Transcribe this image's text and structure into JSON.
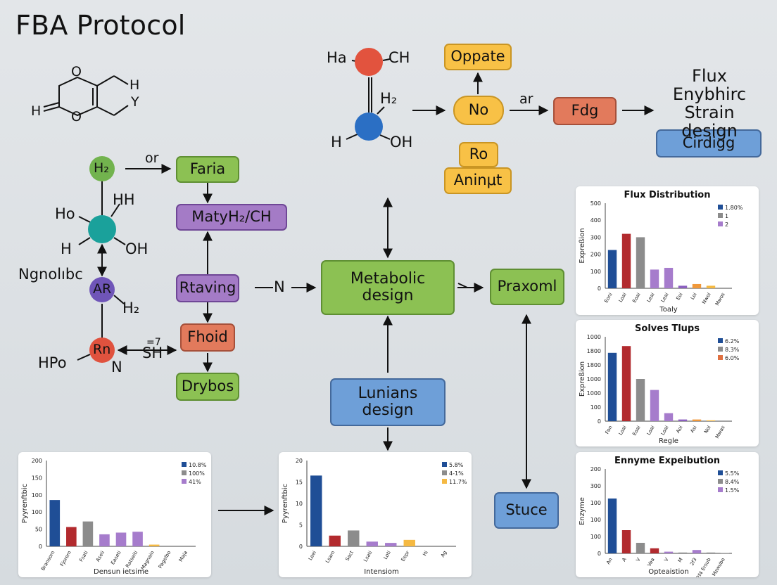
{
  "title": "FBA Protocol",
  "colors": {
    "green": "#8cc153",
    "purple": "#a47bc6",
    "salmon": "#e27a5c",
    "blue": "#6e9fd8",
    "yellow": "#f8c146"
  },
  "molecule_top_left": {
    "o_top": "O",
    "o_bottom": "O",
    "h_right": "H",
    "h_left": "H",
    "y": "Y"
  },
  "molecule_top_center": {
    "ha": "Ha",
    "ch": "CH",
    "h2": "H₂",
    "h": "H",
    "oh": "OH"
  },
  "molecule_left": {
    "h2_atom": "H₂",
    "hh": "HH",
    "ho": "Ho",
    "h": "H",
    "oh": "OH",
    "ngnolibc": "Ngnolıbc",
    "ar_atom": "AR",
    "h2": "H₂",
    "rn_atom": "Rn",
    "hpo": "HPo",
    "n": "N",
    "sh": "SH",
    "eq7": "=7"
  },
  "edge_labels": {
    "or": "or",
    "n": "N",
    "ar": "ar"
  },
  "nodes": {
    "faria": "Faria",
    "matyh": "MatyH₂/CH",
    "rtaving": "Rtaving",
    "fhoid": "Fhoid",
    "drybos": "Drybos",
    "metabolic": "Metabolic design",
    "lunians": "Lunians design",
    "praxoml": "Praxoml",
    "stuce": "Stuce",
    "oppate": "Oppate",
    "no": "No",
    "ro": "Ro",
    "aninut": "Aninμt",
    "fdg": "Fdg",
    "cirdigg": "Cirdigg"
  },
  "right_text": {
    "line1": "Flux",
    "line2": "Enybhirc",
    "line3": "Strain design"
  },
  "chart_data": [
    {
      "type": "bar",
      "title": "Flux Distribution",
      "ylabel": "Expreßion",
      "xlabel": "Toaly",
      "ylim": [
        0,
        500
      ],
      "yticks": [
        "500",
        "400",
        "300",
        "200",
        "100",
        "0"
      ],
      "categories": [
        "Eoni",
        "Loai",
        "Eoai",
        "Leai",
        "Leai",
        "Eoi",
        "Loi",
        "Nwol",
        "Mwos"
      ],
      "values": [
        225,
        320,
        300,
        110,
        120,
        15,
        25,
        15,
        0
      ],
      "bar_colors": [
        "#1f4e96",
        "#b22a2e",
        "#8c8c8c",
        "#a67ccc",
        "#a67ccc",
        "#8b5fbf",
        "#f0983a",
        "#f5b942",
        "#999999"
      ],
      "legend": [
        {
          "label": "1.80%",
          "color": "#1f4e96"
        },
        {
          "label": "1",
          "color": "#8c8c8c"
        },
        {
          "label": "2",
          "color": "#a67ccc"
        }
      ]
    },
    {
      "type": "bar",
      "title": "Solves Tlups",
      "ylabel": "Expreßion",
      "xlabel": "Regle",
      "ylim": [
        0,
        1000
      ],
      "yticks": [
        "1000",
        "1800",
        "1800",
        "1000",
        "1000",
        "100",
        "0"
      ],
      "categories": [
        "Fon",
        "Loai",
        "Eoai",
        "Loai",
        "Loai",
        "Aoi",
        "Asi",
        "Nol",
        "Mwas"
      ],
      "values": [
        810,
        890,
        500,
        370,
        95,
        20,
        20,
        10,
        0
      ],
      "bar_colors": [
        "#1f4e96",
        "#b22a2e",
        "#8c8c8c",
        "#a67ccc",
        "#a67ccc",
        "#8b5fbf",
        "#f0983a",
        "#f5b942",
        "#999999"
      ],
      "legend": [
        {
          "label": "6.2%",
          "color": "#1f4e96"
        },
        {
          "label": "8.3%",
          "color": "#8c8c8c"
        },
        {
          "label": "6.0%",
          "color": "#e07040"
        }
      ]
    },
    {
      "type": "bar",
      "title": "Ennyme Expeibution",
      "ylabel": "Enzyme",
      "xlabel": "Opteaistion",
      "ylim": [
        0,
        200
      ],
      "yticks": [
        "200",
        "300",
        "100",
        "100",
        "100",
        "0"
      ],
      "categories": [
        "An",
        "A",
        "V",
        "Vea",
        "V",
        "M",
        "2f3",
        "2f4 Ersub",
        "Mzwube"
      ],
      "values": [
        130,
        55,
        25,
        12,
        4,
        2,
        8,
        2,
        1
      ],
      "bar_colors": [
        "#1f4e96",
        "#b22a2e",
        "#8c8c8c",
        "#b22a2e",
        "#a67ccc",
        "#8c8c8c",
        "#a67ccc",
        "#8c8c8c",
        "#999999"
      ],
      "legend": [
        {
          "label": "5.5%",
          "color": "#1f4e96"
        },
        {
          "label": "8.4%",
          "color": "#8c8c8c"
        },
        {
          "label": "1.5%",
          "color": "#a67ccc"
        }
      ]
    },
    {
      "type": "bar",
      "title": "",
      "ylabel": "Pyyrenftbic",
      "xlabel": "Densun ietsime",
      "ylim": [
        0,
        200
      ],
      "yticks": [
        "200",
        "150",
        "100",
        "100",
        "50",
        "0"
      ],
      "categories": [
        "Bransom",
        "Fjorem",
        "Fsati",
        "Aseii",
        "Easeti",
        "Ratseiti",
        "Magnain",
        "Pagelbo",
        "Maja"
      ],
      "values": [
        108,
        45,
        58,
        28,
        32,
        34,
        4,
        0,
        0
      ],
      "bar_colors": [
        "#1f4e96",
        "#b22a2e",
        "#8c8c8c",
        "#a67ccc",
        "#a67ccc",
        "#a67ccc",
        "#f5b942",
        "#999999",
        "#999999"
      ],
      "legend": [
        {
          "label": "10.8%",
          "color": "#1f4e96"
        },
        {
          "label": "100%",
          "color": "#8c8c8c"
        },
        {
          "label": "41%",
          "color": "#a67ccc"
        }
      ]
    },
    {
      "type": "bar",
      "title": "",
      "ylabel": "Pyyrenftbic",
      "xlabel": "Intensiom",
      "ylim": [
        0,
        20
      ],
      "yticks": [
        "20",
        "15",
        "10",
        "5",
        "0"
      ],
      "categories": [
        "Leei",
        "Lsam",
        "Sact",
        "Lsati",
        "Loti",
        "Eepr",
        "Hi",
        "Ag"
      ],
      "values": [
        16.5,
        2.5,
        3.7,
        1.1,
        0.8,
        1.5,
        0,
        0
      ],
      "bar_colors": [
        "#1f4e96",
        "#b22a2e",
        "#8c8c8c",
        "#a67ccc",
        "#a67ccc",
        "#f5b942",
        "#999999",
        "#999999"
      ],
      "legend": [
        {
          "label": "5.8%",
          "color": "#1f4e96"
        },
        {
          "label": "4-1%",
          "color": "#8c8c8c"
        },
        {
          "label": "11.7%",
          "color": "#f5b942"
        }
      ]
    }
  ]
}
